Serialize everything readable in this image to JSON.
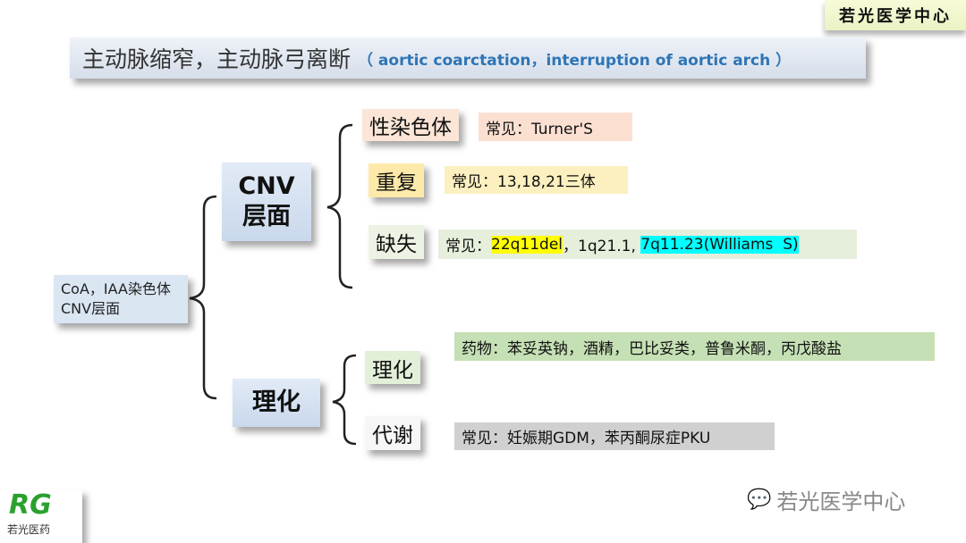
{
  "badge": "若光医学中心",
  "title": {
    "cn": "主动脉缩窄，主动脉弓离断",
    "en": "（ aortic coarctation，interruption of aortic arch ）"
  },
  "root": "CoA，IAA染色体CNV层面",
  "cnv": {
    "label": "CNV层面",
    "items": [
      {
        "label": "性染色体",
        "value": "常见：Turner'S"
      },
      {
        "label": "重复",
        "value": "常见：13,18,21三体"
      },
      {
        "label": "缺失",
        "prefix": "常见：",
        "hl1": "22q11del",
        "mid": "，1q21.1, ",
        "hl2": "7q11.23(Williams  S)"
      }
    ]
  },
  "physchem": {
    "label": "理化",
    "items": [
      {
        "label": "理化",
        "value": "药物：苯妥英钠，酒精，巴比妥类，普鲁米酮，丙戊酸盐"
      },
      {
        "label": "代谢",
        "value": "常见：妊娠期GDM，苯丙酮尿症PKU"
      }
    ]
  },
  "watermark": "若光医学中心",
  "logo": {
    "mark": "RG",
    "text": "若光医药"
  }
}
